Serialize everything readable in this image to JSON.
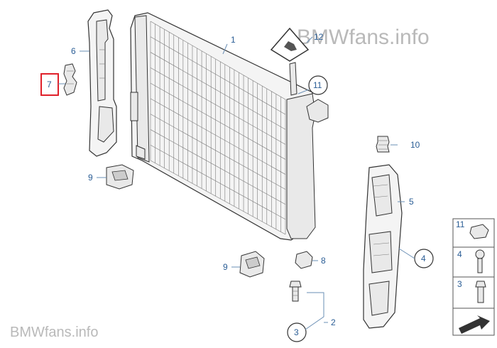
{
  "watermark_top": "BMWfans.info",
  "watermark_bottom": "BMWfans.info",
  "parts": [
    {
      "id": "p1",
      "label": "1"
    },
    {
      "id": "p2",
      "label": "2"
    },
    {
      "id": "p3",
      "label": "3"
    },
    {
      "id": "p4",
      "label": "4"
    },
    {
      "id": "p5",
      "label": "5"
    },
    {
      "id": "p6",
      "label": "6"
    },
    {
      "id": "p7",
      "label": "7"
    },
    {
      "id": "p8",
      "label": "8"
    },
    {
      "id": "p9a",
      "label": "9"
    },
    {
      "id": "p9b",
      "label": "9"
    },
    {
      "id": "p10",
      "label": "10"
    },
    {
      "id": "p11",
      "label": "11"
    },
    {
      "id": "p12",
      "label": "12"
    }
  ],
  "legend": [
    {
      "label": "11"
    },
    {
      "label": "4"
    },
    {
      "label": "3"
    }
  ],
  "colors": {
    "label": "#2a5d95",
    "highlight": "#e0202a",
    "watermark": "#b9b9b9"
  },
  "icons": [
    "warning-triangle-icon",
    "radiator",
    "fan-shroud",
    "bracket",
    "bolt",
    "clip",
    "rubber-mount",
    "sleeve",
    "next-page-arrow-icon"
  ]
}
